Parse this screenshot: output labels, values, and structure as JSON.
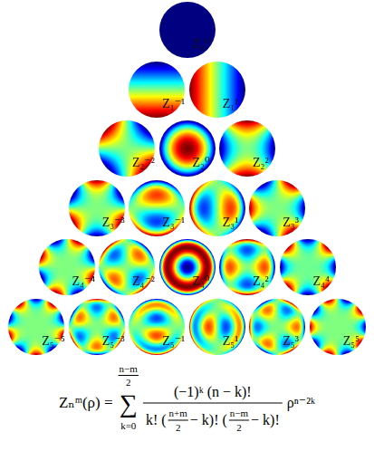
{
  "diagram": {
    "nodes": [
      {
        "text": [
          "Z₀⁰"
        ]
      },
      {
        "text": [
          "Z₁⁻¹"
        ]
      },
      {
        "text": [
          "Z₁¹"
        ]
      },
      {
        "text": [
          "Z₂⁻²"
        ]
      },
      {
        "text": [
          "Z₂⁰"
        ]
      },
      {
        "text": [
          "Z₂²"
        ]
      },
      {
        "text": [
          "Z₃⁻³"
        ]
      },
      {
        "text": [
          "Z₃⁻¹"
        ]
      },
      {
        "text": [
          "Z₃¹"
        ]
      },
      {
        "text": [
          "Z₃³"
        ]
      },
      {
        "text": [
          "Z₄⁻⁴"
        ]
      },
      {
        "text": [
          "Z₄⁻²"
        ]
      },
      {
        "text": [
          "Z₄⁰"
        ]
      },
      {
        "text": [
          "Z₄²"
        ]
      },
      {
        "text": [
          "Z₄⁴"
        ]
      },
      {
        "text": [
          "Z₅⁻⁵"
        ]
      },
      {
        "text": [
          "Z₅⁻³"
        ]
      },
      {
        "text": [
          "Z₅⁻¹"
        ]
      },
      {
        "text": [
          "Z₅¹"
        ]
      },
      {
        "text": [
          "Z₅³"
        ]
      },
      {
        "text": [
          "Z₅⁵"
        ]
      }
    ],
    "labels": [
      "Zₙᵐ(ρ) =",
      "n−m",
      "2",
      "∑",
      "k=0",
      "(−1)ᵏ (n − k)!",
      "k! (",
      "n+m",
      "2",
      "− k)! (",
      "n−m",
      "2",
      "− k)!",
      "ρⁿ⁻²ᵏ"
    ]
  }
}
